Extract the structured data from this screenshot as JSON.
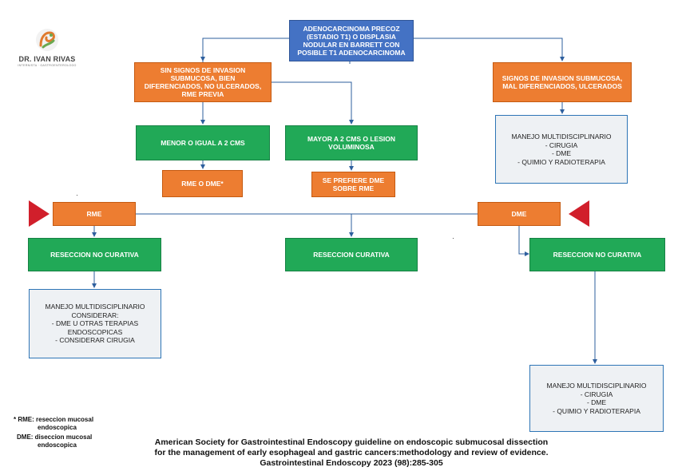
{
  "logo": {
    "name": "DR. IVAN RIVAS",
    "subtitle": "INTERNISTA · GASTROENTEROLOGO"
  },
  "nodes": {
    "root": "ADENOCARCINOMA PRECOZ\n(ESTADIO T1) O DISPLASIA\nNODULAR EN BARRETT CON\nPOSIBLE T1 ADENOCARCINOMA",
    "sin_signos": "SIN SIGNOS DE INVASION\nSUBMUCOSA, BIEN\nDIFERENCIADOS, NO ULCERADOS,\nRME PREVIA",
    "signos": "SIGNOS DE INVASION SUBMUCOSA,\nMAL DIFERENCIADOS,  ULCERADOS",
    "manejo_top": "MANEJO MULTIDISCIPLINARIO\n- CIRUGIA\n- DME\n- QUIMIO Y RADIOTERAPIA",
    "menor": "MENOR O IGUAL A 2 CMS",
    "mayor": "MAYOR A 2 CMS O LESION\nVOLUMINOSA",
    "rme_o_dme": "RME O DME*",
    "prefiere": "SE PREFIERE DME\nSOBRE RME",
    "rme": "RME",
    "dme": "DME",
    "res_no_left": "RESECCION NO CURATIVA",
    "res_curativa": "RESECCION CURATIVA",
    "res_no_right": "RESECCION NO CURATIVA",
    "manejo_left": "MANEJO MULTIDISCIPLINARIO\nCONSIDERAR:\n- DME U OTRAS TERAPIAS\nENDOSCOPICAS\n- CONSIDERAR CIRUGIA",
    "manejo_right": "MANEJO MULTIDISCIPLINARIO\n- CIRUGIA\n- DME\n- QUIMIO Y RADIOTERAPIA"
  },
  "footnotes": {
    "rme_line": "* RME: reseccion mucosal",
    "rme_cont": "endoscopica",
    "dme_line": "DME: diseccion mucosal",
    "dme_cont": "endoscopica"
  },
  "citation": "American Society for Gastrointestinal Endoscopy guideline on endoscopic submucosal dissection for the management of early esophageal and gastric cancers:methodology and review of evidence. Gastrointestinal Endoscopy  2023 (98):285-305",
  "colors": {
    "blue": "#4472c4",
    "orange": "#ed7d31",
    "green": "#21a957",
    "gray_box": "#eef1f4",
    "connector": "#2e5f9e",
    "triangle": "#d11f2b"
  }
}
